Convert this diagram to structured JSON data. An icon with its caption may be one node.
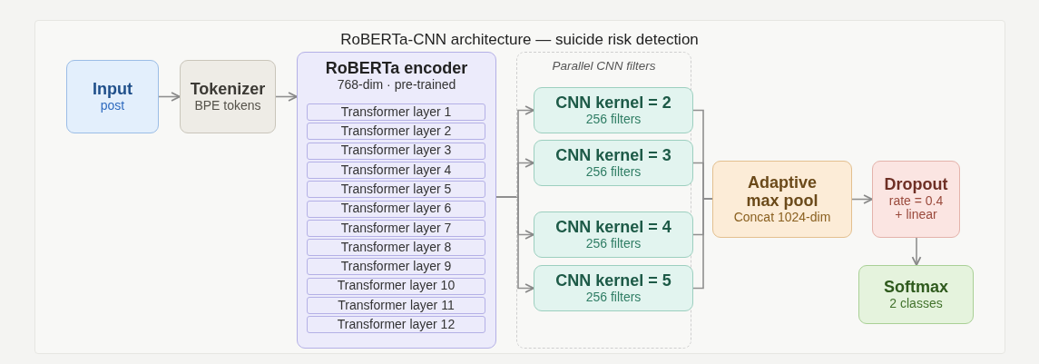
{
  "diagram": {
    "title": "RoBERTa-CNN architecture — suicide risk detection",
    "nodes": [
      {
        "text": [
          "Input",
          "post"
        ]
      },
      {
        "text": [
          "Tokenizer",
          "BPE tokens"
        ]
      },
      {
        "text": [
          "RoBERTa encoder",
          "768-dim · pre-trained"
        ]
      },
      {
        "text": [
          "Transformer layer 1"
        ],
        "in": 2
      },
      {
        "text": [
          "Transformer layer 2"
        ],
        "in": 2
      },
      {
        "text": [
          "Transformer layer 3"
        ],
        "in": 2
      },
      {
        "text": [
          "Transformer layer 4"
        ],
        "in": 2
      },
      {
        "text": [
          "Transformer layer 5"
        ],
        "in": 2
      },
      {
        "text": [
          "Transformer layer 6"
        ],
        "in": 2
      },
      {
        "text": [
          "Transformer layer 7"
        ],
        "in": 2
      },
      {
        "text": [
          "Transformer layer 8"
        ],
        "in": 2
      },
      {
        "text": [
          "Transformer layer 9"
        ],
        "in": 2
      },
      {
        "text": [
          "Transformer layer 10"
        ],
        "in": 2
      },
      {
        "text": [
          "Transformer layer 11"
        ],
        "in": 2
      },
      {
        "text": [
          "Transformer layer 12"
        ],
        "in": 2
      },
      {
        "text": [
          "Parallel CNN filters"
        ]
      },
      {
        "text": [
          "CNN kernel = 2",
          "256 filters"
        ],
        "in": 15
      },
      {
        "text": [
          "CNN kernel = 3",
          "256 filters"
        ],
        "in": 15
      },
      {
        "text": [
          "CNN kernel = 4",
          "256 filters"
        ],
        "in": 15
      },
      {
        "text": [
          "CNN kernel = 5",
          "256 filters"
        ],
        "in": 15
      },
      {
        "text": [
          "Adaptive max pool",
          "Concat 1024-dim"
        ]
      },
      {
        "text": [
          "Dropout",
          "rate = 0.4 + linear"
        ]
      },
      {
        "text": [
          "Softmax",
          "2 classes"
        ]
      }
    ],
    "edges": [
      {
        "from": 0,
        "to": 1,
        "arrow": "to"
      },
      {
        "from": 1,
        "to": 2,
        "arrow": "to"
      },
      {
        "from": 2,
        "to": 16,
        "arrow": "to"
      },
      {
        "from": 2,
        "to": 17,
        "arrow": "to"
      },
      {
        "from": 2,
        "to": 18,
        "arrow": "to"
      },
      {
        "from": 2,
        "to": 19,
        "arrow": "to"
      },
      {
        "from": 16,
        "to": 20,
        "arrow": "none"
      },
      {
        "from": 17,
        "to": 20,
        "arrow": "none"
      },
      {
        "from": 18,
        "to": 20,
        "arrow": "none"
      },
      {
        "from": 19,
        "to": 20,
        "arrow": "none"
      },
      {
        "from": 20,
        "to": 21,
        "arrow": "to"
      },
      {
        "from": 21,
        "to": 22,
        "arrow": "to"
      }
    ]
  }
}
